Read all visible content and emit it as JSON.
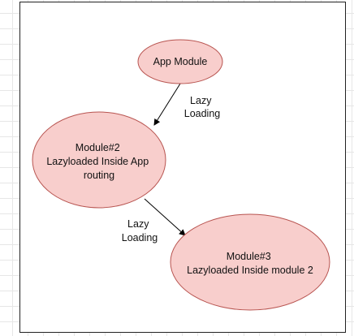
{
  "diagram": {
    "nodes": [
      {
        "id": "app",
        "lines": [
          "App  Module"
        ]
      },
      {
        "id": "m2",
        "lines": [
          "Module#2",
          "Lazyloaded Inside App",
          "routing"
        ]
      },
      {
        "id": "m3",
        "lines": [
          "Module#3",
          "Lazyloaded Inside module 2"
        ]
      }
    ],
    "edges": [
      {
        "from": "app",
        "to": "m2",
        "label_lines": [
          "Lazy",
          "Loading"
        ]
      },
      {
        "from": "m2",
        "to": "m3",
        "label_lines": [
          "Lazy",
          "Loading"
        ]
      }
    ],
    "colors": {
      "node_fill": "#f8cecc",
      "node_stroke": "#b85450",
      "edge": "#000000"
    }
  }
}
